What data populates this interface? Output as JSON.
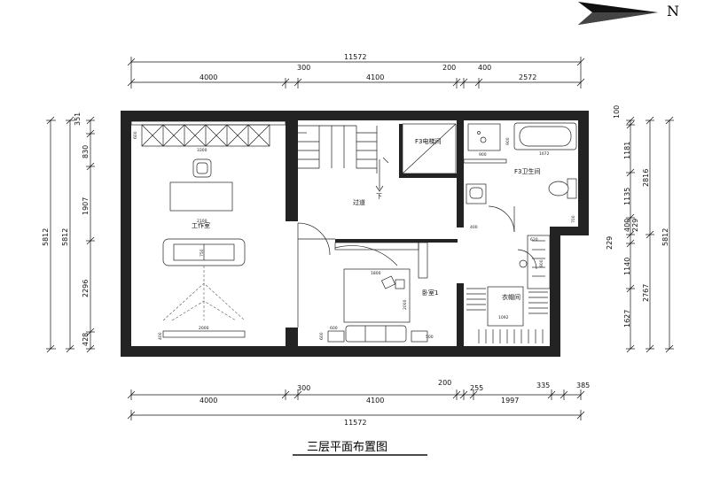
{
  "plan": {
    "title": "三层平面布置图",
    "north": "N",
    "rooms": {
      "study": "工作室",
      "hall": "过道",
      "elevator": "F3电梯间",
      "bath": "F3卫生间",
      "bed": "卧室1",
      "closet": "衣帽间",
      "down": "下"
    },
    "top_dims": {
      "overall": "11572",
      "a": "4000",
      "b": "300",
      "c": "4100",
      "d": "200",
      "e": "400",
      "f": "2572"
    },
    "bottom_dims": {
      "overall": "11572",
      "a": "4000",
      "b": "300",
      "c": "4100",
      "d": "200",
      "e": "255",
      "f": "1997",
      "g": "335",
      "h": "385"
    },
    "left_dims": {
      "outer": "5812",
      "inner": "5812",
      "a": "351",
      "b": "830",
      "c": "1907",
      "d": "2296",
      "e": "428"
    },
    "right_dims": {
      "a": "100",
      "b": "1181",
      "c": "1135",
      "d": "400",
      "e": "229",
      "f": "229",
      "g": "1140",
      "h": "1627",
      "i": "2816",
      "j": "2767",
      "k": "5812"
    },
    "furniture_dims": {
      "d1": "3300",
      "d2": "2100",
      "d3": "600",
      "d4": "2000",
      "d5": "400",
      "d6": "750",
      "d7": "900",
      "d8": "1672",
      "d9": "900",
      "d10": "1800",
      "d11": "2000",
      "d12": "600",
      "d13": "500",
      "d14": "600",
      "d15": "1092",
      "d16": "400",
      "d17": "620",
      "d18": "900",
      "d19": "700"
    }
  }
}
